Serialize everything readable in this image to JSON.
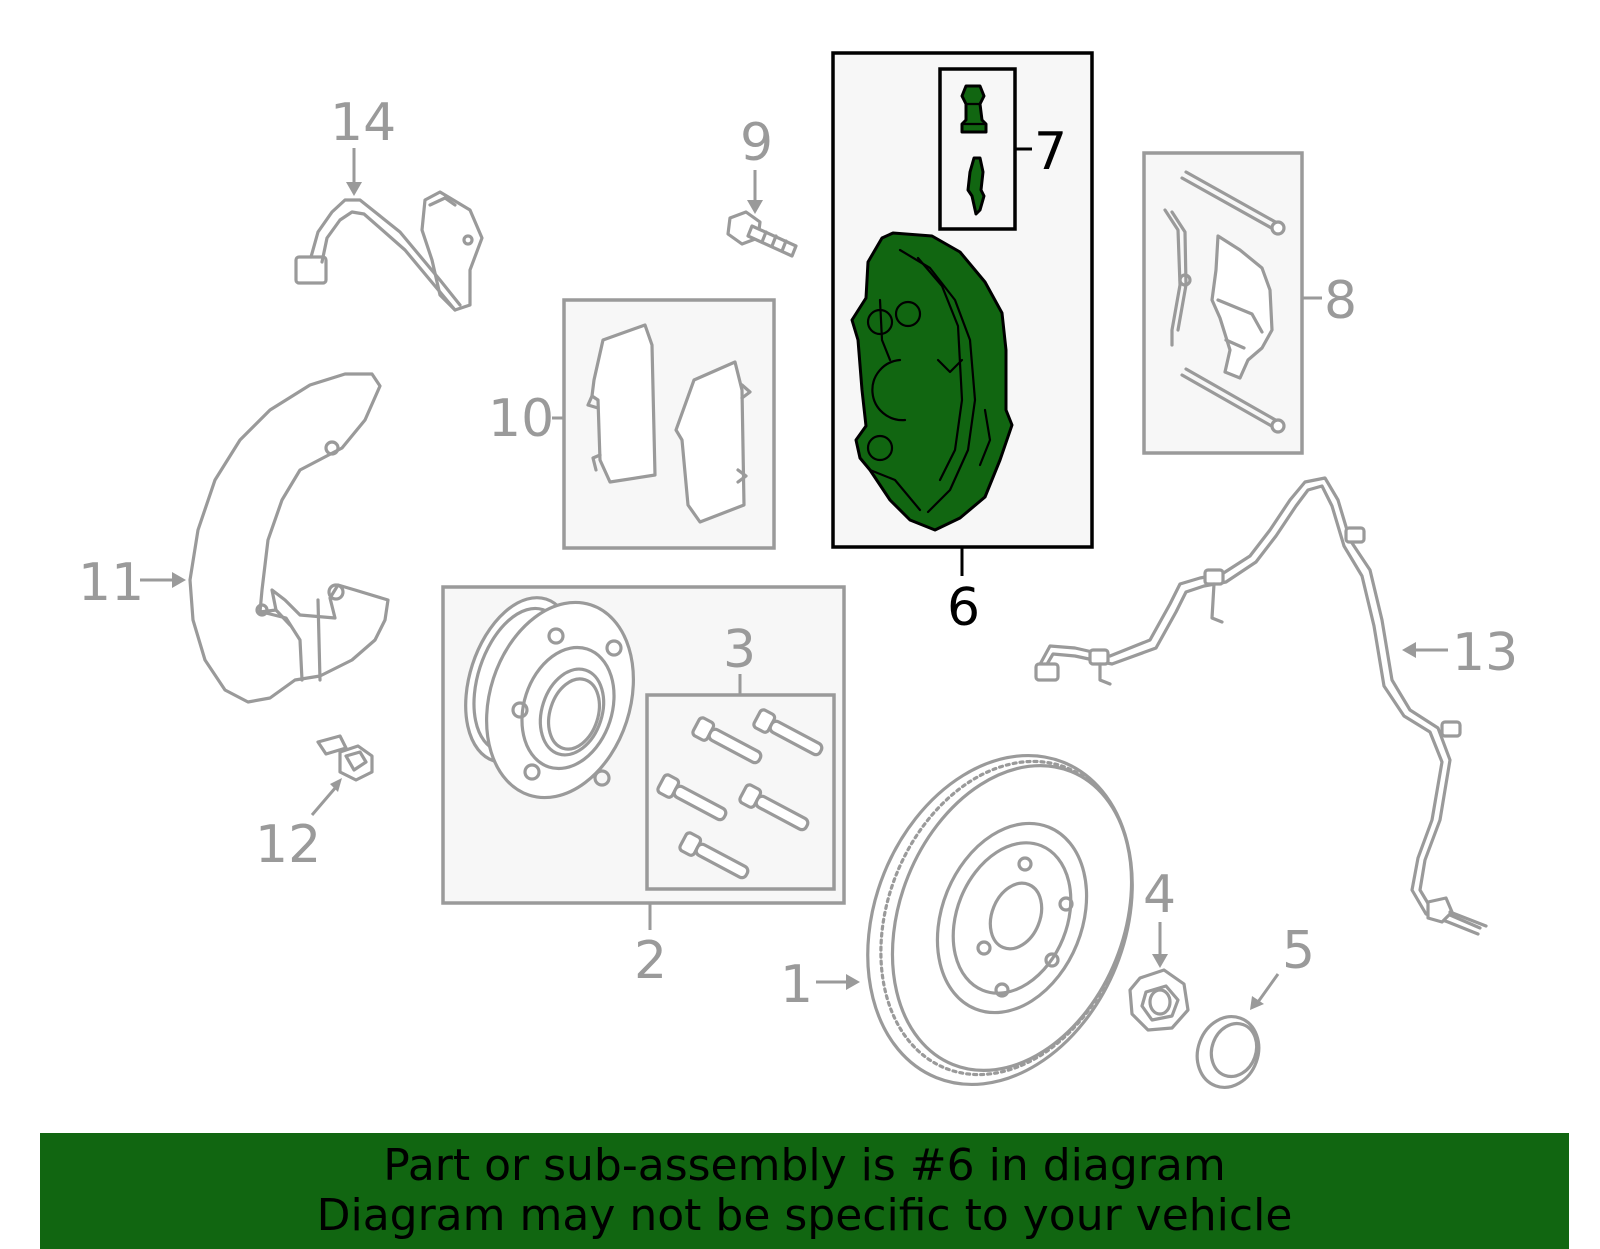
{
  "diagram": {
    "callouts": {
      "c1": "1",
      "c2": "2",
      "c3": "3",
      "c4": "4",
      "c5": "5",
      "c6": "6",
      "c7": "7",
      "c8": "8",
      "c9": "9",
      "c10": "10",
      "c11": "11",
      "c12": "12",
      "c13": "13",
      "c14": "14"
    },
    "highlight_part": "6",
    "colors": {
      "highlight": "#116611",
      "outline": "#9a9a9a",
      "box_fill": "#f7f7f7"
    }
  },
  "banner": {
    "line1": "Part or sub-assembly is #6 in diagram",
    "line2": "Diagram may not be specific to your vehicle"
  }
}
